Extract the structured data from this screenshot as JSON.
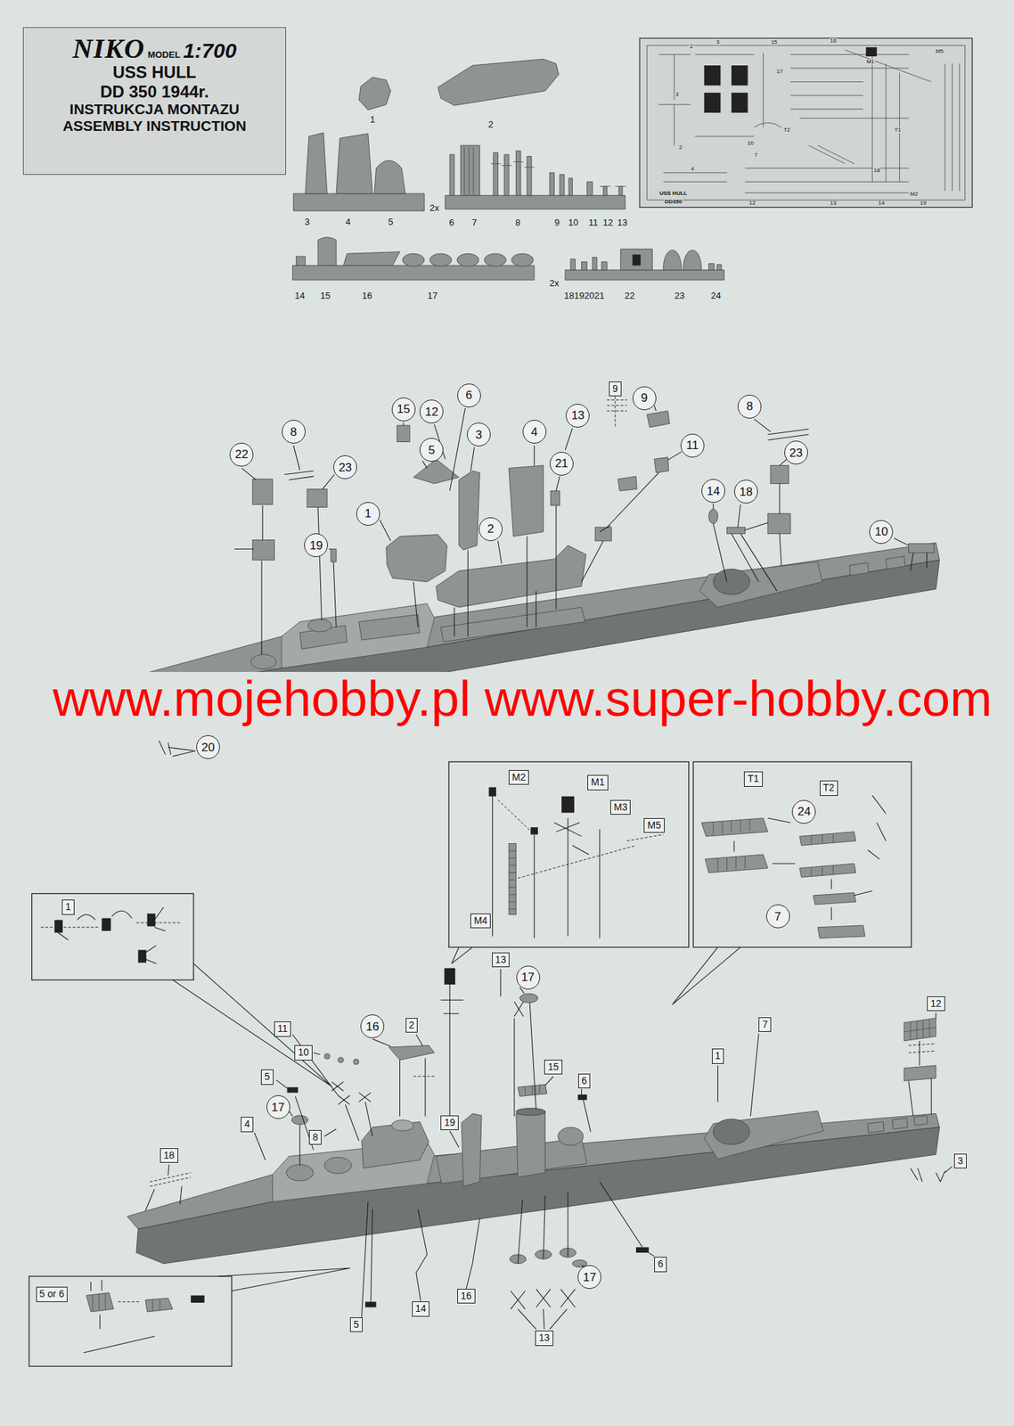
{
  "diagram": {
    "nodes": [
      {
        "text": [
          "NIKO",
          "MODEL",
          "1:700",
          "USS HULL",
          "DD 350 1944r.",
          "INSTRUKCJA MONTAZU",
          "ASSEMBLY INSTRUCTION"
        ]
      },
      {
        "text": [
          "22"
        ]
      },
      {
        "text": [
          "8"
        ]
      },
      {
        "text": [
          "23"
        ]
      },
      {
        "text": [
          "15"
        ]
      },
      {
        "text": [
          "12"
        ]
      },
      {
        "text": [
          "6"
        ]
      },
      {
        "text": [
          "5"
        ]
      },
      {
        "text": [
          "3"
        ]
      },
      {
        "text": [
          "4"
        ]
      },
      {
        "text": [
          "13"
        ]
      },
      {
        "text": [
          "21"
        ]
      },
      {
        "text": [
          "9"
        ]
      },
      {
        "text": [
          "9"
        ]
      },
      {
        "text": [
          "11"
        ]
      },
      {
        "text": [
          "8"
        ]
      },
      {
        "text": [
          "23"
        ]
      },
      {
        "text": [
          "14"
        ]
      },
      {
        "text": [
          "18"
        ]
      },
      {
        "text": [
          "10"
        ]
      },
      {
        "text": [
          "1"
        ]
      },
      {
        "text": [
          "19"
        ]
      },
      {
        "text": [
          "2"
        ]
      },
      {
        "text": [
          "20"
        ]
      },
      {
        "text": [
          "M2"
        ]
      },
      {
        "text": [
          "M1"
        ]
      },
      {
        "text": [
          "M3"
        ]
      },
      {
        "text": [
          "M5"
        ]
      },
      {
        "text": [
          "M4"
        ]
      },
      {
        "text": [
          "T1"
        ]
      },
      {
        "text": [
          "T2"
        ]
      },
      {
        "text": [
          "24"
        ]
      },
      {
        "text": [
          "7"
        ]
      },
      {
        "text": [
          "1"
        ]
      },
      {
        "text": [
          "11"
        ]
      },
      {
        "text": [
          "10"
        ]
      },
      {
        "text": [
          "16"
        ]
      },
      {
        "text": [
          "2"
        ]
      },
      {
        "text": [
          "13"
        ]
      },
      {
        "text": [
          "17"
        ]
      },
      {
        "text": [
          "17"
        ]
      },
      {
        "text": [
          "5"
        ]
      },
      {
        "text": [
          "8"
        ]
      },
      {
        "text": [
          "4"
        ]
      },
      {
        "text": [
          "18"
        ]
      },
      {
        "text": [
          "15"
        ]
      },
      {
        "text": [
          "6"
        ]
      },
      {
        "text": [
          "1"
        ]
      },
      {
        "text": [
          "7"
        ]
      },
      {
        "text": [
          "12"
        ]
      },
      {
        "text": [
          "3"
        ]
      },
      {
        "text": [
          "19"
        ]
      },
      {
        "text": [
          "6"
        ]
      },
      {
        "text": [
          "5"
        ]
      },
      {
        "text": [
          "14"
        ]
      },
      {
        "text": [
          "16"
        ]
      },
      {
        "text": [
          "13"
        ]
      },
      {
        "text": [
          "17"
        ]
      },
      {
        "text": [
          "5 or 6"
        ]
      }
    ],
    "labels": [
      "1",
      "2",
      "3",
      "4",
      "5",
      "2x",
      "6",
      "7",
      "8",
      "9",
      "10",
      "11",
      "12",
      "13",
      "14",
      "15",
      "16",
      "17",
      "2x",
      "18192021",
      "22",
      "23",
      "24",
      "2",
      "3",
      "15",
      "16",
      "17",
      "M1",
      "M5",
      "3",
      "2",
      "10",
      "T2",
      "T1",
      "7",
      "4",
      "18",
      "USS HULL",
      "DD350",
      "12",
      "13",
      "14",
      "M2",
      "19",
      "www.mojehobby.pl www.super-hobby.com"
    ]
  }
}
